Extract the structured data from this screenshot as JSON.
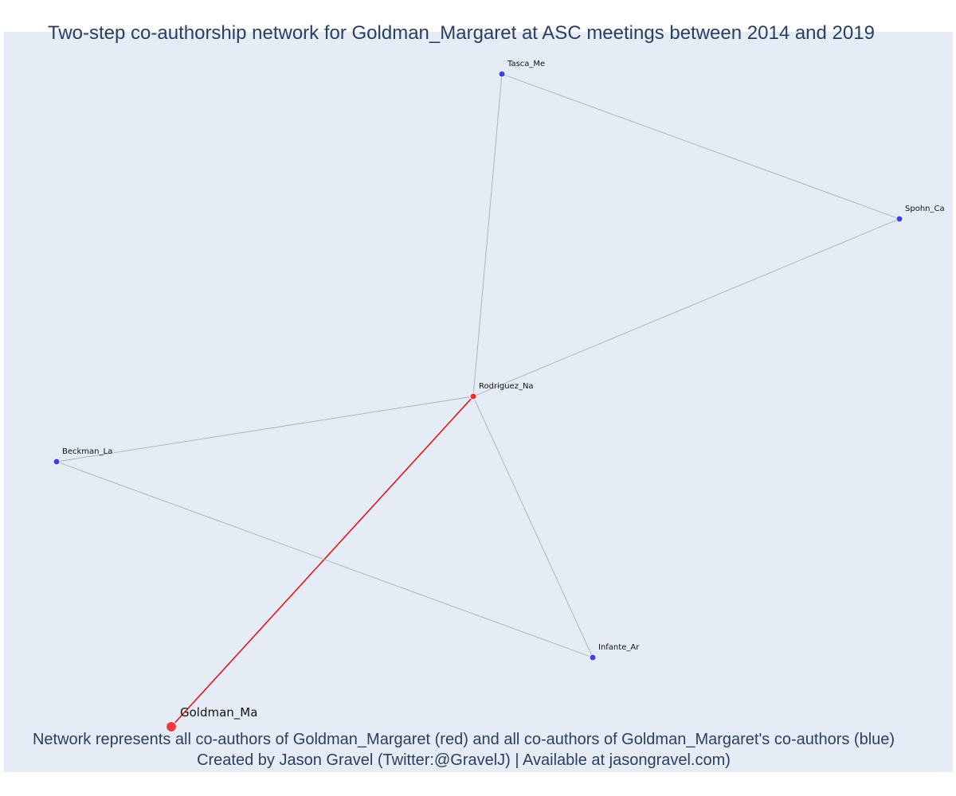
{
  "title": "Two-step co-authorship network for Goldman_Margaret at ASC meetings between 2014 and 2019",
  "caption": {
    "line1": "Network represents all co-authors of Goldman_Margaret (red) and all co-authors of Goldman_Margaret's co-authors (blue)",
    "line2": "Created by Jason Gravel (Twitter:@GravelJ) | Available at jasongravel.com)"
  },
  "colors": {
    "background": "#e5ecf6",
    "ego": "#f03b42",
    "first_step": "#ee2b33",
    "second_step": "#3b41ee",
    "ego_edge": "#e3161f",
    "other_edge": "#a9adbd",
    "text": "#2a3f5f"
  },
  "nodes": [
    {
      "id": "goldman",
      "label": "Goldman_Ma",
      "group": "ego"
    },
    {
      "id": "rodriguez",
      "label": "Rodriguez_Na",
      "group": "first_step"
    },
    {
      "id": "tasca",
      "label": "Tasca_Me",
      "group": "second_step"
    },
    {
      "id": "spohn",
      "label": "Spohn_Ca",
      "group": "second_step"
    },
    {
      "id": "beckman",
      "label": "Beckman_La",
      "group": "second_step"
    },
    {
      "id": "infante",
      "label": "Infante_Ar",
      "group": "second_step"
    }
  ],
  "edges": [
    {
      "source": "goldman",
      "target": "rodriguez",
      "type": "ego"
    },
    {
      "source": "rodriguez",
      "target": "tasca",
      "type": "other"
    },
    {
      "source": "rodriguez",
      "target": "spohn",
      "type": "other"
    },
    {
      "source": "rodriguez",
      "target": "beckman",
      "type": "other"
    },
    {
      "source": "rodriguez",
      "target": "infante",
      "type": "other"
    },
    {
      "source": "tasca",
      "target": "spohn",
      "type": "other"
    },
    {
      "source": "beckman",
      "target": "infante",
      "type": "other"
    }
  ]
}
